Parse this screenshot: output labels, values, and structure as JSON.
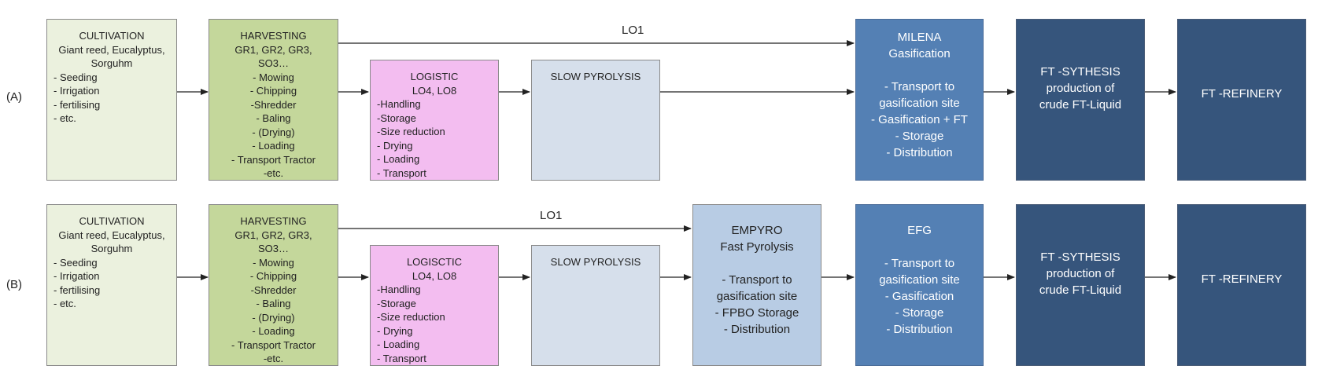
{
  "rows": [
    {
      "label": "(A)",
      "cultivation": {
        "title": "CULTIVATION",
        "lines": [
          "Giant reed, Eucalyptus,",
          "Sorguhm"
        ],
        "items": [
          "- Seeding",
          "- Irrigation",
          "- fertilising",
          "- etc."
        ]
      },
      "harvesting": {
        "lines": [
          "HARVESTING",
          "GR1, GR2, GR3,",
          "SO3…",
          "- Mowing",
          "- Chipping",
          "-Shredder",
          "- Baling",
          "- (Drying)",
          "- Loading",
          "- Transport Tractor",
          "-etc."
        ]
      },
      "logistic": {
        "title": "LOGISTIC",
        "code": "LO4, LO8",
        "items": [
          "-Handling",
          "-Storage",
          "-Size reduction",
          "- Drying",
          "- Loading",
          "- Transport"
        ]
      },
      "slow_pyrolysis": {
        "title": "SLOW PYROLYSIS"
      },
      "bypass_label": "LO1",
      "gasification": {
        "title": "MILENA",
        "subtitle": "Gasification",
        "items": [
          "- Transport to",
          "gasification site",
          "- Gasification + FT",
          "- Storage",
          "- Distribution"
        ]
      },
      "ft_synthesis": {
        "lines": [
          "FT -SYTHESIS",
          "production of",
          "crude FT-Liquid"
        ]
      },
      "ft_refinery": {
        "title": "FT -REFINERY"
      }
    },
    {
      "label": "(B)",
      "cultivation": {
        "title": "CULTIVATION",
        "lines": [
          "Giant reed, Eucalyptus,",
          "Sorguhm"
        ],
        "items": [
          "- Seeding",
          "- Irrigation",
          "- fertilising",
          "- etc."
        ]
      },
      "harvesting": {
        "lines": [
          "HARVESTING",
          "GR1, GR2, GR3,",
          "SO3…",
          "- Mowing",
          "- Chipping",
          "-Shredder",
          "- Baling",
          "- (Drying)",
          "- Loading",
          "- Transport Tractor",
          "-etc."
        ]
      },
      "logistic": {
        "title": "LOGISCTIC",
        "code": "LO4, LO8",
        "items": [
          "-Handling",
          "-Storage",
          "-Size reduction",
          "- Drying",
          "- Loading",
          "- Transport"
        ]
      },
      "slow_pyrolysis": {
        "title": "SLOW PYROLYSIS"
      },
      "bypass_label": "LO1",
      "fast_pyrolysis": {
        "title": "EMPYRO",
        "subtitle": "Fast Pyrolysis",
        "items": [
          "- Transport to",
          "gasification site",
          "- FPBO Storage",
          "- Distribution"
        ]
      },
      "gasification": {
        "title": "EFG",
        "items": [
          "- Transport to",
          "gasification site",
          "- Gasification",
          "- Storage",
          "- Distribution"
        ]
      },
      "ft_synthesis": {
        "lines": [
          "FT -SYTHESIS",
          "production of",
          "crude FT-Liquid"
        ]
      },
      "ft_refinery": {
        "title": "FT -REFINERY"
      }
    }
  ]
}
